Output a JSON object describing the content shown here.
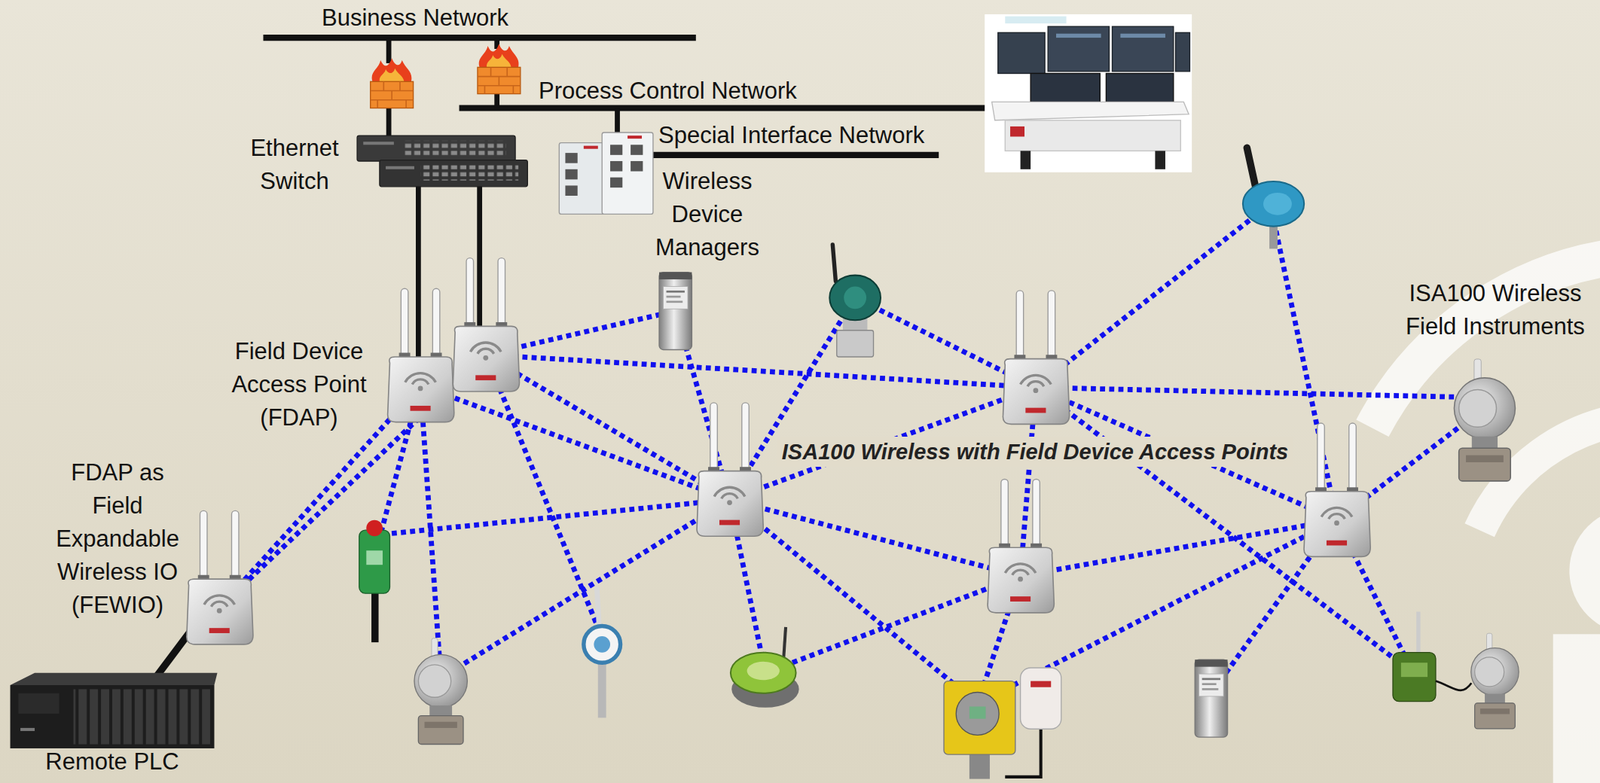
{
  "diagram": {
    "title": "ISA100 Wireless with Field Device Access Points",
    "labels": [
      "Business Network",
      "Process Control Network",
      "Special Interface Network",
      "Ethernet Switch",
      "Wireless Device Managers",
      "Field Device Access Point (FDAP)",
      "ISA100 Wireless Field Instruments",
      "FDAP as Field Expandable Wireless IO (FEWIO)",
      "Remote PLC"
    ]
  }
}
